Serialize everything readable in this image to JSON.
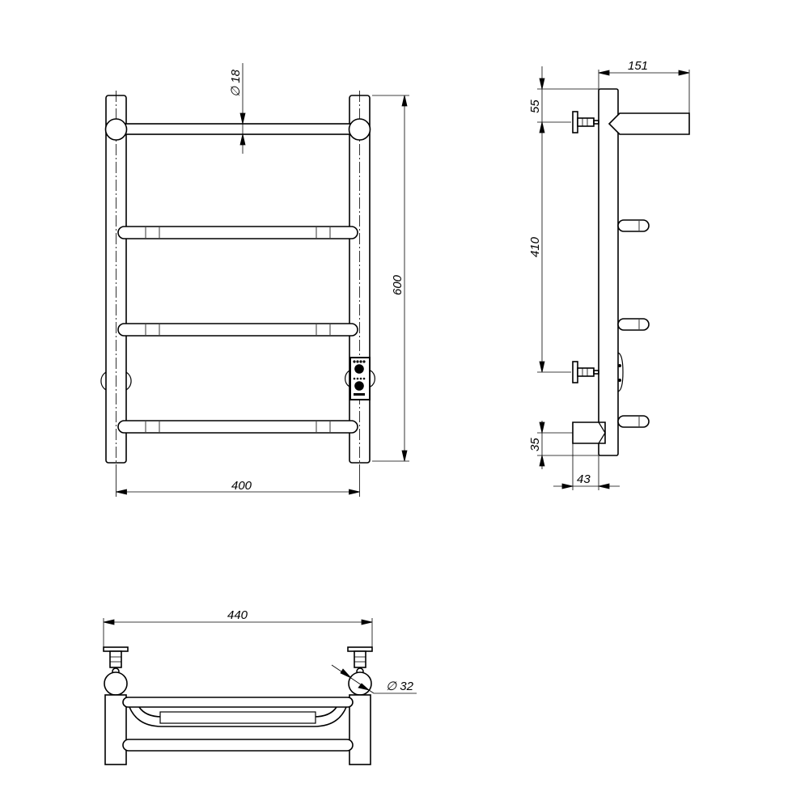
{
  "colors": {
    "line": "#000000",
    "background": "#ffffff"
  },
  "front_view": {
    "tube_diameter_label": "∅ 18",
    "height_label": "600",
    "width_label": "400"
  },
  "side_view": {
    "depth_label": "151",
    "top_offset_label": "55",
    "mount_spacing_label": "410",
    "bottom_offset_label": "35",
    "wall_offset_label": "43"
  },
  "top_view": {
    "overall_width_label": "440",
    "post_diameter_label": "∅ 32"
  }
}
